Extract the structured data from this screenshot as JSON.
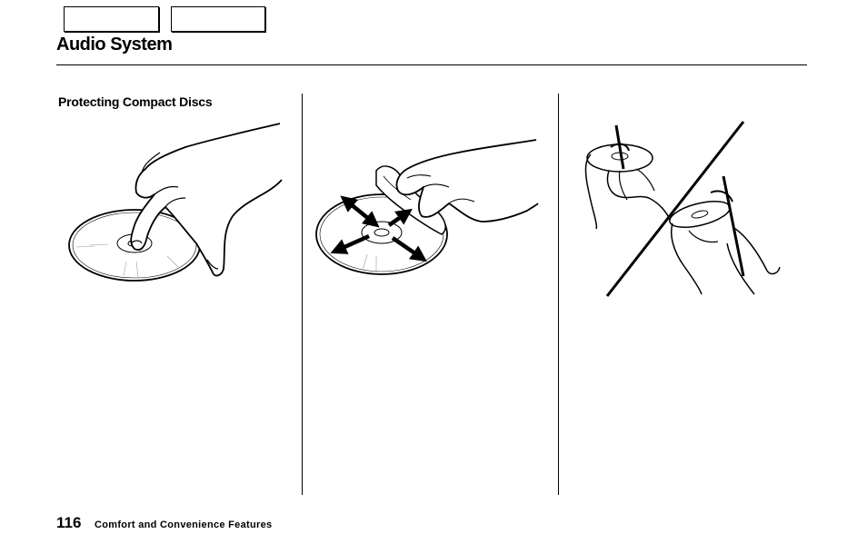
{
  "header": {
    "title": "Audio System"
  },
  "main": {
    "section_heading": "Protecting Compact Discs",
    "illustrations": [
      {
        "icon": "disc-held-by-finger-in-center-hole-icon"
      },
      {
        "icon": "wiping-disc-with-cloth-outward-arrows-icon"
      },
      {
        "icon": "cleaning-disc-edge-with-pen-icon"
      }
    ]
  },
  "footer": {
    "page_number": "116",
    "section_name": "Comfort and Convenience Features"
  }
}
